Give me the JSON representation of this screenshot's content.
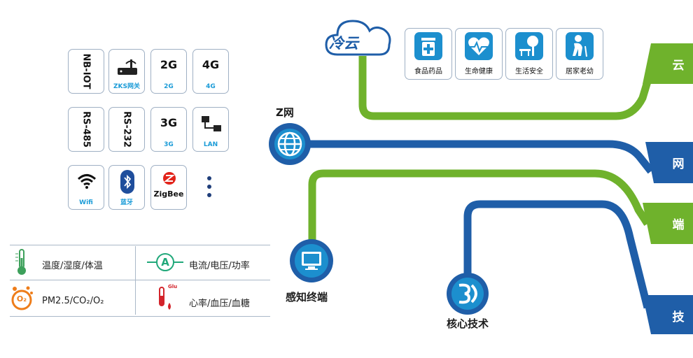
{
  "protocols": {
    "nbiot": "NB-IOT",
    "zks": "ZKS网关",
    "g2_big": "2G",
    "g2_small": "2G",
    "g4_big": "4G",
    "g4_small": "4G",
    "rs485": "RS-485",
    "rs232": "RS-232",
    "g3_big": "3G",
    "g3_small": "3G",
    "lan": "LAN",
    "wifi": "Wifi",
    "bluetooth": "蓝牙",
    "zigbee": "ZigBee"
  },
  "sensors": {
    "temp": "温度/湿度/体温",
    "power": "电流/电压/功率",
    "pm": "PM2.5/CO₂/O₂",
    "heart": "心率/血压/血糖",
    "o2_symbol": "O₂",
    "power_symbol": "A",
    "glu": "Glu"
  },
  "cloud": {
    "logo": "冷云"
  },
  "apps": [
    "食品药品",
    "生命健康",
    "生活安全",
    "居家老幼"
  ],
  "nodes": {
    "net": "Z网",
    "terminal": "感知终端",
    "core": "核心技术"
  },
  "tabs": [
    "云",
    "网",
    "端",
    "技"
  ],
  "colors": {
    "green": "#6fb22c",
    "blue": "#1f5ea8",
    "tile_blue": "#1c8fce",
    "cyan": "#1a9bd7"
  }
}
